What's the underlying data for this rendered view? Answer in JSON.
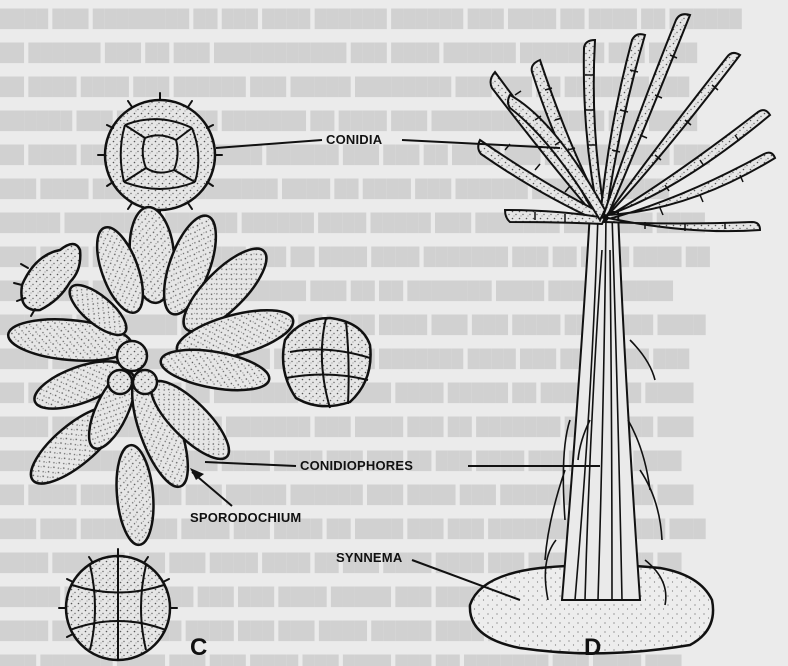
{
  "labels": {
    "conidia": "CONIDIA",
    "conidiophores": "CONIDIOPHORES",
    "sporodochium": "SPORODOCHIUM",
    "synnema": "SYNNEMA",
    "panel_c": "C",
    "panel_d": "D"
  },
  "colors": {
    "ink": "#111111",
    "stipple_fill": "#e4e4e4",
    "page": "#ebebeb"
  }
}
